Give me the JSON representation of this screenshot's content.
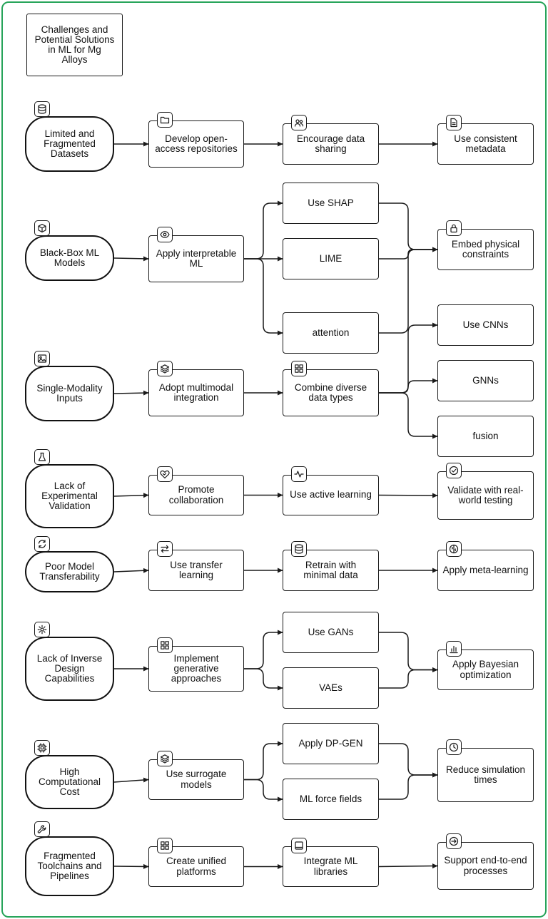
{
  "title": "Challenges and Potential Solutions in ML for Mg Alloys",
  "colors": {
    "frame": "#27a45a",
    "stroke": "#1a1a1a",
    "background": "#ffffff"
  },
  "rows": [
    {
      "challenge": {
        "label": "Limited and Fragmented Datasets",
        "icon": "database-icon"
      },
      "steps": [
        {
          "label": "Develop open-access repositories",
          "icon": "folder-icon"
        },
        {
          "label": "Encourage data sharing",
          "icon": "users-icon"
        },
        {
          "label": "Use consistent metadata",
          "icon": "document-icon"
        }
      ]
    },
    {
      "challenge": {
        "label": "Black-Box ML Models",
        "icon": "cube-icon"
      },
      "steps": [
        {
          "label": "Apply interpretable ML",
          "icon": "eye-icon"
        },
        {
          "label": "Use SHAP"
        },
        {
          "label": "LIME"
        },
        {
          "label": "attention"
        },
        {
          "label": "Embed physical constraints",
          "icon": "lock-icon"
        }
      ]
    },
    {
      "challenge": {
        "label": "Single-Modality Inputs",
        "icon": "image-icon"
      },
      "steps": [
        {
          "label": "Adopt multimodal integration",
          "icon": "layers-icon"
        },
        {
          "label": "Combine diverse data types",
          "icon": "grid-icon"
        },
        {
          "label": "Use CNNs"
        },
        {
          "label": "GNNs"
        },
        {
          "label": "fusion"
        }
      ]
    },
    {
      "challenge": {
        "label": "Lack of Experimental Validation",
        "icon": "flask-icon"
      },
      "steps": [
        {
          "label": "Promote collaboration",
          "icon": "handshake-icon"
        },
        {
          "label": "Use active learning",
          "icon": "activity-icon"
        },
        {
          "label": "Validate with real-world testing",
          "icon": "check-circle-icon"
        }
      ]
    },
    {
      "challenge": {
        "label": "Poor Model Transferability",
        "icon": "refresh-icon"
      },
      "steps": [
        {
          "label": "Use transfer learning",
          "icon": "arrows-exchange-icon"
        },
        {
          "label": "Retrain with minimal data",
          "icon": "database-icon"
        },
        {
          "label": "Apply meta-learning",
          "icon": "brain-icon"
        }
      ]
    },
    {
      "challenge": {
        "label": "Lack of Inverse Design Capabilities",
        "icon": "gear-icon"
      },
      "steps": [
        {
          "label": "Implement generative approaches",
          "icon": "grid-icon"
        },
        {
          "label": "Use GANs"
        },
        {
          "label": "VAEs"
        },
        {
          "label": "Apply Bayesian optimization",
          "icon": "bar-chart-icon"
        }
      ]
    },
    {
      "challenge": {
        "label": "High Computational Cost",
        "icon": "cpu-icon"
      },
      "steps": [
        {
          "label": "Use surrogate models",
          "icon": "layers-icon"
        },
        {
          "label": "Apply DP-GEN"
        },
        {
          "label": "ML force fields"
        },
        {
          "label": "Reduce simulation times",
          "icon": "clock-icon"
        }
      ]
    },
    {
      "challenge": {
        "label": "Fragmented Toolchains and Pipelines",
        "icon": "wrench-icon"
      },
      "steps": [
        {
          "label": "Create unified platforms",
          "icon": "grid-icon"
        },
        {
          "label": "Integrate ML libraries",
          "icon": "panel-icon"
        },
        {
          "label": "Support end-to-end processes",
          "icon": "arrow-circle-icon"
        }
      ]
    }
  ]
}
